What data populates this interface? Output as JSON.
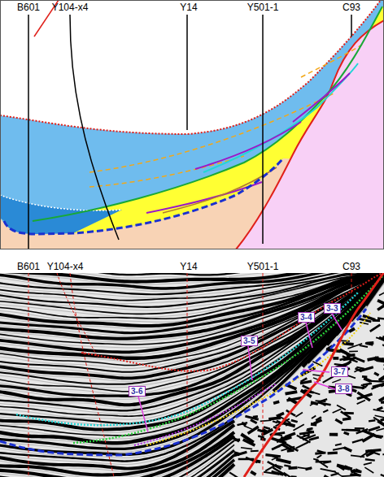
{
  "diagram": {
    "nodes": [
      {
        "text": [
          "3-3"
        ]
      },
      {
        "text": [
          "3-4"
        ]
      },
      {
        "text": [
          "3-5"
        ]
      },
      {
        "text": [
          "3-6"
        ]
      },
      {
        "text": [
          "3-7"
        ]
      },
      {
        "text": [
          "3-8"
        ]
      }
    ],
    "labels": [
      "B601",
      "Y104-x4",
      "Y14",
      "Y501-1",
      "C93",
      "B601",
      "Y104-x4",
      "Y14",
      "Y501-1",
      "C93"
    ]
  }
}
